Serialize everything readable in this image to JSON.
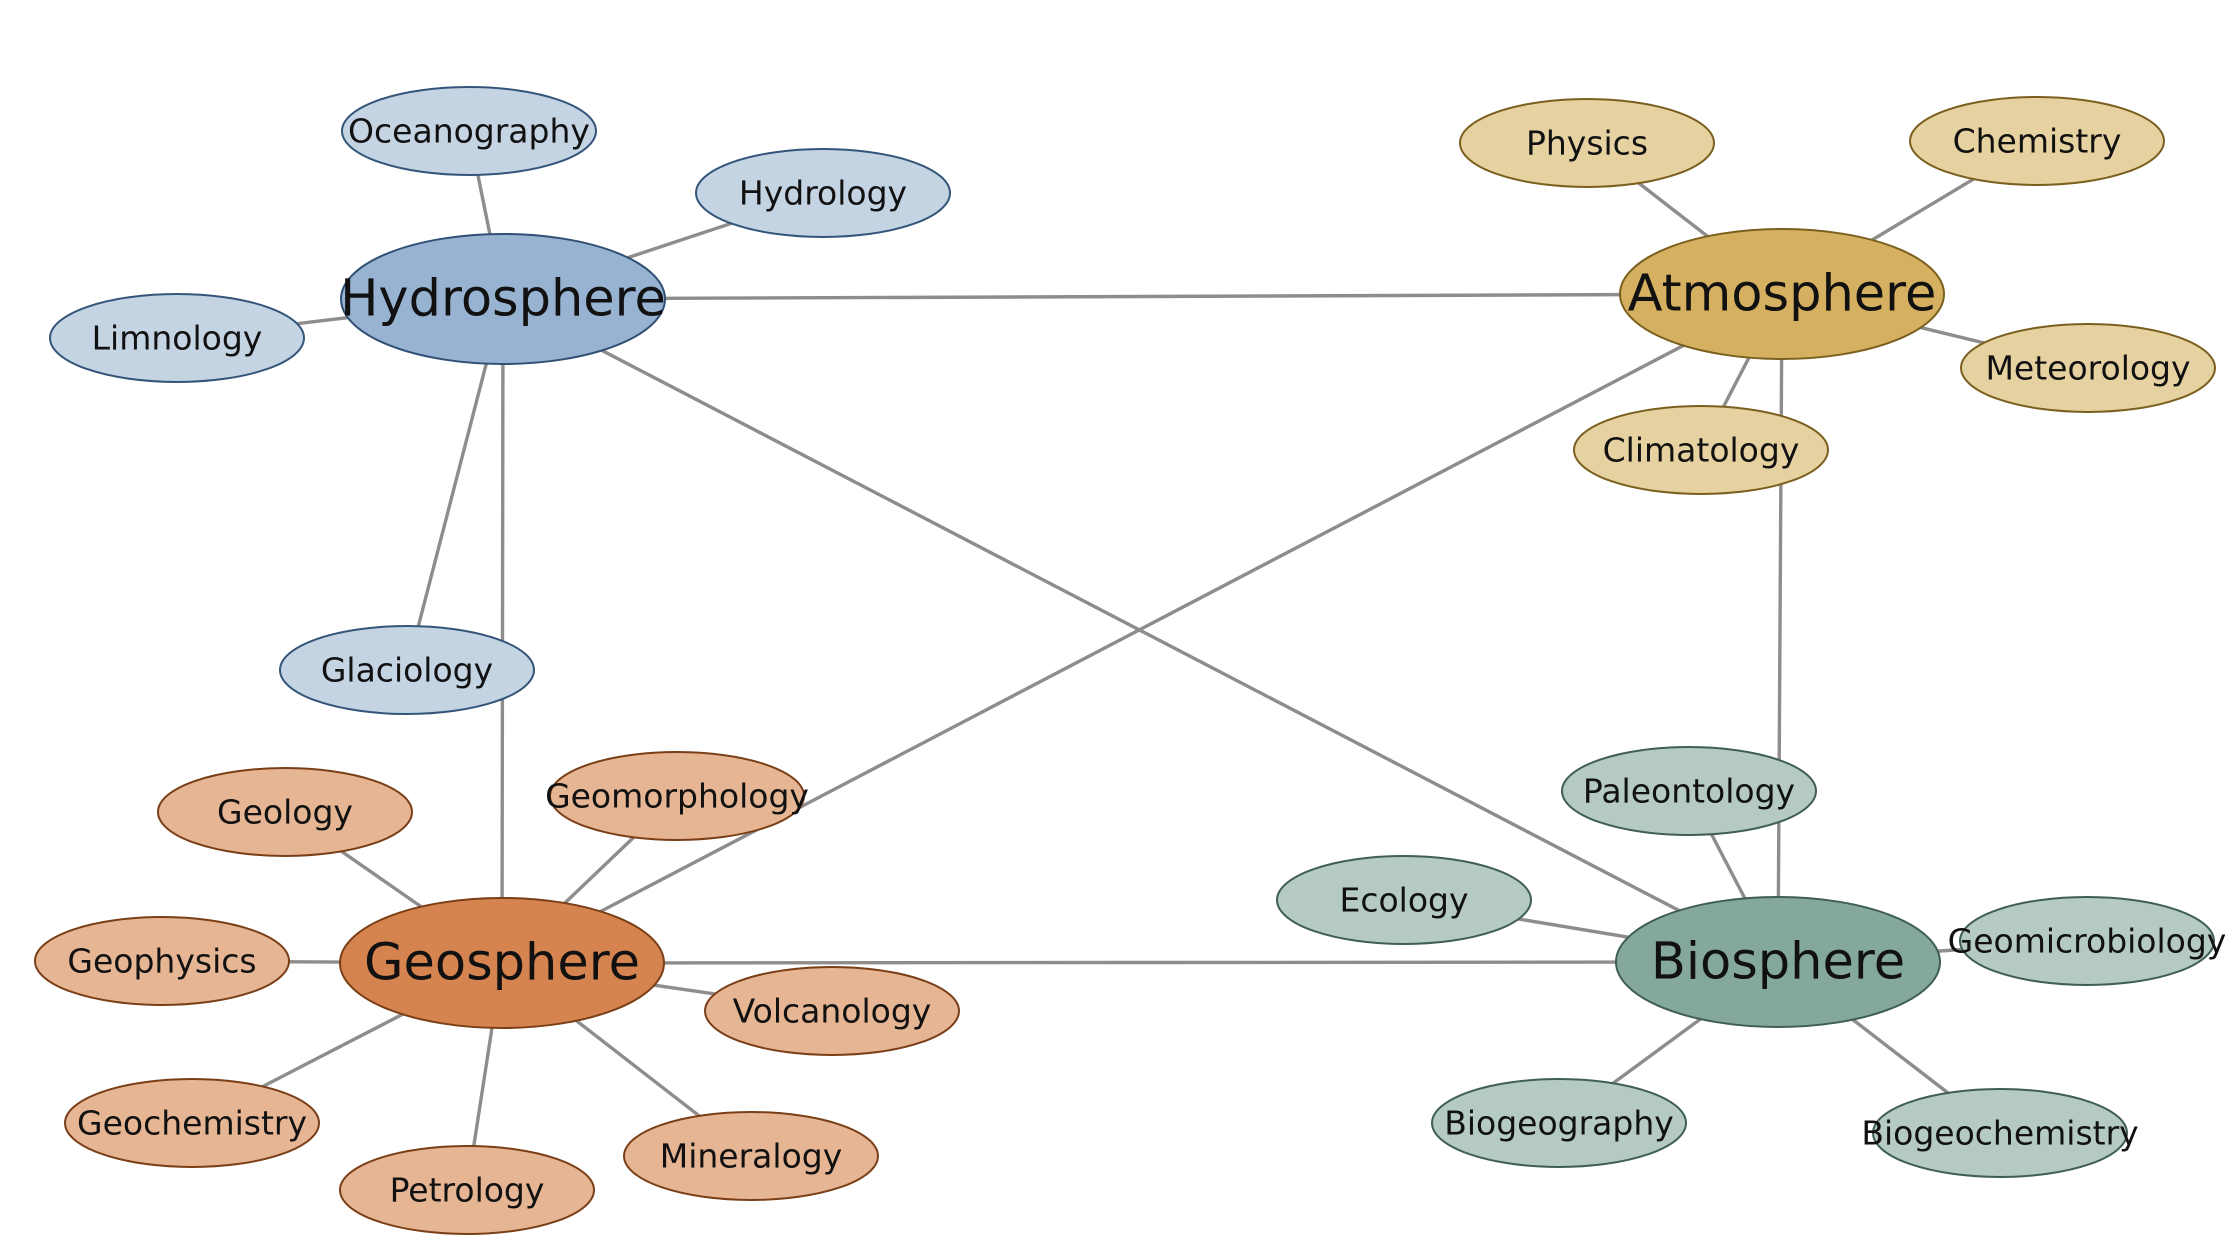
{
  "groups": [
    {
      "id": "hydro",
      "main": "Hydrosphere",
      "fill_main": "#98b3d1",
      "stroke_main": "#2f4f74",
      "fill_sub": "#c4d4e3",
      "stroke_sub": "#34557a",
      "subs": [
        "Oceanography",
        "Hydrology",
        "Limnology",
        "Glaciology"
      ]
    },
    {
      "id": "atmo",
      "main": "Atmosphere",
      "fill_main": "#d5b060",
      "stroke_main": "#7a5f1e",
      "fill_sub": "#e6d1a1",
      "stroke_sub": "#7a5f1e",
      "subs": [
        "Physics",
        "Chemistry",
        "Meteorology",
        "Climatology"
      ]
    },
    {
      "id": "geo",
      "main": "Geosphere",
      "fill_main": "#d5834f",
      "stroke_main": "#7a3f16",
      "fill_sub": "#e6b594",
      "stroke_sub": "#7a3f16",
      "subs": [
        "Geology",
        "Geomorphology",
        "Geophysics",
        "Volcanology",
        "Geochemistry",
        "Petrology",
        "Mineralogy"
      ]
    },
    {
      "id": "bio",
      "main": "Biosphere",
      "fill_main": "#85a89c",
      "stroke_main": "#3f5e54",
      "fill_sub": "#b4cac2",
      "stroke_sub": "#3f5e54",
      "subs": [
        "Paleontology",
        "Ecology",
        "Geomicrobiology",
        "Biogeography",
        "Biogeochemistry"
      ]
    }
  ],
  "links": [
    [
      "Hydrosphere",
      "Atmosphere"
    ],
    [
      "Hydrosphere",
      "Geosphere"
    ],
    [
      "Hydrosphere",
      "Biosphere"
    ],
    [
      "Atmosphere",
      "Geosphere"
    ],
    [
      "Atmosphere",
      "Biosphere"
    ],
    [
      "Geosphere",
      "Biosphere"
    ]
  ]
}
